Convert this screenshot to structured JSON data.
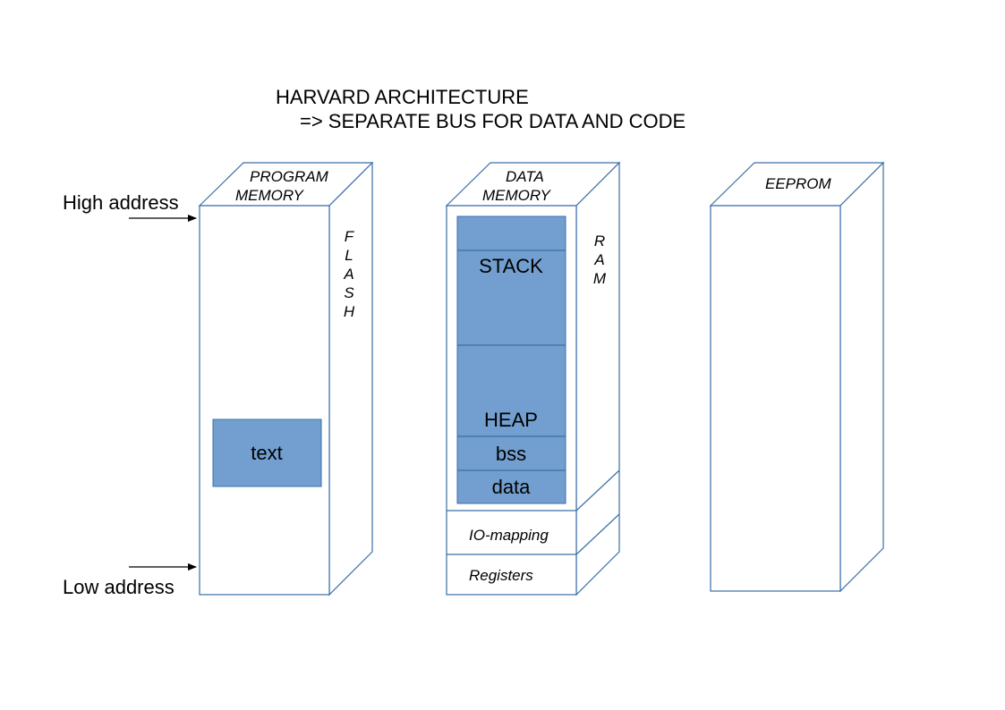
{
  "title": {
    "line1": "HARVARD ARCHITECTURE",
    "line2": "=> SEPARATE BUS FOR DATA AND CODE"
  },
  "labels": {
    "high_address": "High address",
    "low_address": "Low address"
  },
  "program_memory": {
    "caption_line1": "PROGRAM",
    "caption_line2": "MEMORY",
    "side_letters": [
      "F",
      "L",
      "A",
      "S",
      "H"
    ],
    "segment": "text"
  },
  "data_memory": {
    "caption_line1": "DATA",
    "caption_line2": "MEMORY",
    "side_letters": [
      "R",
      "A",
      "M"
    ],
    "segments": [
      "STACK",
      "HEAP",
      "bss",
      "data"
    ],
    "io_mapping": "IO-mapping",
    "registers": "Registers"
  },
  "eeprom": {
    "caption": "EEPROM"
  },
  "colors": {
    "segment_fill": "#729fcf",
    "outline": "#3a6fa8"
  }
}
